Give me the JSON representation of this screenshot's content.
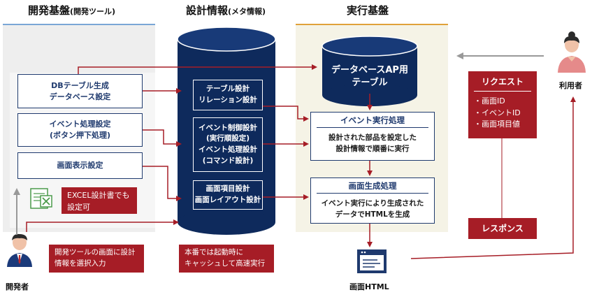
{
  "dev": {
    "title": "開発基盤",
    "subtitle": "(開発ツール)",
    "boxes": [
      {
        "line1": "DBテーブル生成",
        "line2": "データベース設定"
      },
      {
        "line1": "イベント処理設定",
        "line2": "(ボタン押下処理)"
      },
      {
        "line1": "画面表示設定",
        "line2": ""
      }
    ],
    "excel_note": "EXCEL設計書でも\n設定可",
    "input_note": "開発ツールの画面に設計\n情報を選択入力",
    "person_label": "開発者"
  },
  "meta": {
    "title": "設計情報",
    "subtitle": "(メタ情報)",
    "boxes": [
      {
        "line1": "テーブル設計",
        "line2": "リレーション設計"
      },
      {
        "line1": "イベント制御設計",
        "line2": "(実行順設定)",
        "line3": "イベント処理設計",
        "line4": "(コマンド設計)"
      },
      {
        "line1": "画面項目設計",
        "line2": "画面レイアウト設計"
      }
    ],
    "cache_note": "本番では起動時に\nキャッシュして高速実行"
  },
  "exec": {
    "title": "実行基盤",
    "db_line1": "データベースAP用",
    "db_line2": "テーブル",
    "event": {
      "header": "イベント実行処理",
      "body": "設計された部品を設定した\n設計情報で順番に実行"
    },
    "screen": {
      "header": "画面生成処理",
      "body": "イベント実行により生成された\nデータでHTMLを生成"
    },
    "html_label": "画面HTML"
  },
  "user": {
    "label": "利用者",
    "request_title": "リクエスト",
    "request_items": [
      "・画面ID",
      "・イベントID",
      "・画面項目値"
    ],
    "response": "レスポンス"
  },
  "colors": {
    "navy": "#0e2a5c",
    "red": "#a61d26",
    "panel_gray": "#eeeeee",
    "panel_cream": "#f5f3e6"
  }
}
